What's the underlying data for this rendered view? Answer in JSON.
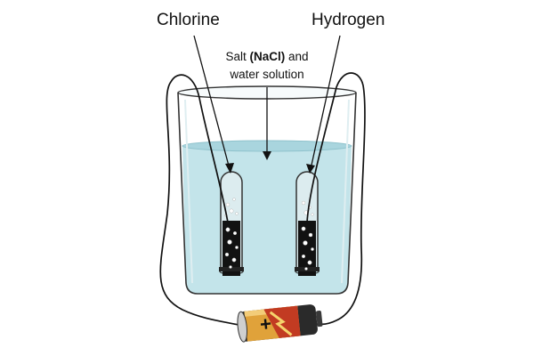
{
  "labels": {
    "chlorine": "Chlorine",
    "hydrogen": "Hydrogen",
    "solution_prefix": "Salt ",
    "solution_formula": "(NaCl)",
    "solution_suffix": " and",
    "solution_line2": "water solution"
  },
  "battery": {
    "symbol": "+"
  },
  "colors": {
    "water": "#c3e4ea",
    "water_surface": "#a9d5de",
    "glass_outline": "#333333",
    "wire": "#111111",
    "electrode": "#121212",
    "bubble": "#ffffff",
    "battery_gold": "#e0a23a",
    "battery_red": "#c23b22",
    "battery_dark": "#2a2a2a"
  }
}
